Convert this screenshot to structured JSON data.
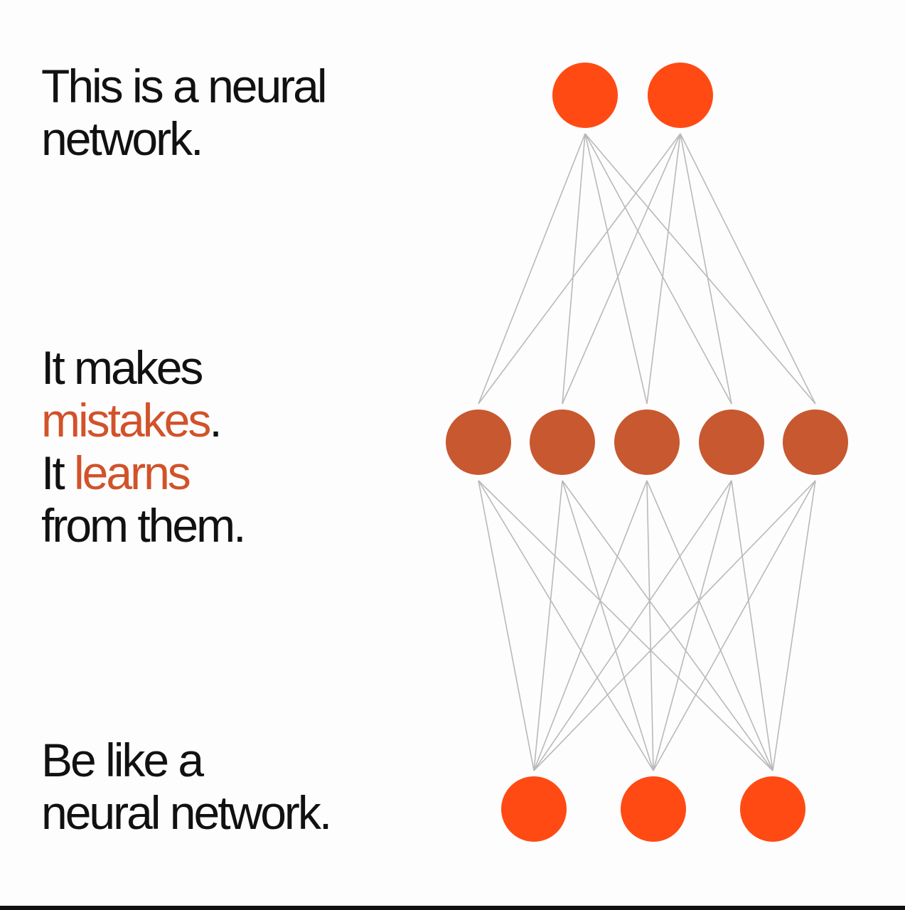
{
  "text": {
    "block1": {
      "line1": "This is a neural",
      "line2": "network."
    },
    "block2": {
      "line1": "It makes",
      "mistakes_word": "mistakes",
      "mistakes_period": ".",
      "line3_prefix": "It ",
      "learns_word": "learns",
      "line4": "from them."
    },
    "block3": {
      "line1": "Be like a",
      "line2": "neural network."
    }
  },
  "network": {
    "layers": [
      {
        "name": "output",
        "nodes": 2,
        "color": "#ff4a14"
      },
      {
        "name": "hidden",
        "nodes": 5,
        "color": "#c8582f"
      },
      {
        "name": "input",
        "nodes": 3,
        "color": "#ff4a14"
      }
    ],
    "connections": "fully-connected",
    "edge_color": "#b9b9b9"
  },
  "colors": {
    "text": "#111111",
    "accent_text": "#d2522a",
    "background": "#fdfdfd"
  }
}
